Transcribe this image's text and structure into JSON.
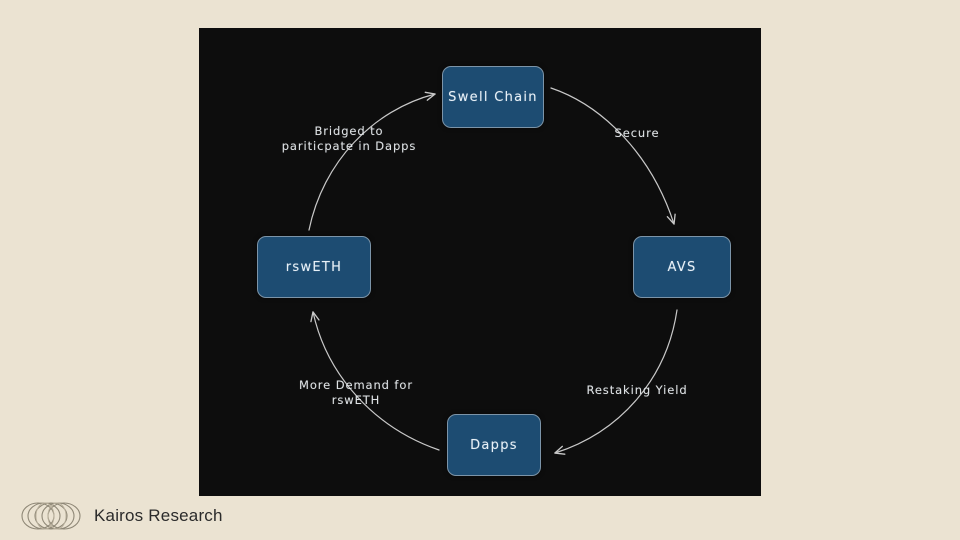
{
  "canvas": {
    "background_color": "#ebe3d2",
    "panel_background_color": "#0d0d0d"
  },
  "diagram": {
    "type": "cycle-flow-diagram",
    "node_fill_color": "#1d4c72",
    "node_border_color": "#7c94a8",
    "node_text_color": "#e8f1f8",
    "edge_color": "#c8c8c8",
    "nodes": [
      {
        "id": "swell-chain",
        "label": "Swell Chain"
      },
      {
        "id": "avs",
        "label": "AVS"
      },
      {
        "id": "dapps",
        "label": "Dapps"
      },
      {
        "id": "rsweth",
        "label": "rswETH"
      }
    ],
    "edges": [
      {
        "from": "swell-chain",
        "to": "avs",
        "label": "Secure"
      },
      {
        "from": "avs",
        "to": "dapps",
        "label": "Restaking Yield"
      },
      {
        "from": "dapps",
        "to": "rsweth",
        "label": "More Demand for\nrswETH"
      },
      {
        "from": "rsweth",
        "to": "swell-chain",
        "label": "Bridged to\npariticpate in Dapps"
      }
    ]
  },
  "footer": {
    "brand_name": "Kairos Research",
    "logo_icon": "overlapping-ellipses-logo",
    "text_color": "#2b2b2b"
  }
}
